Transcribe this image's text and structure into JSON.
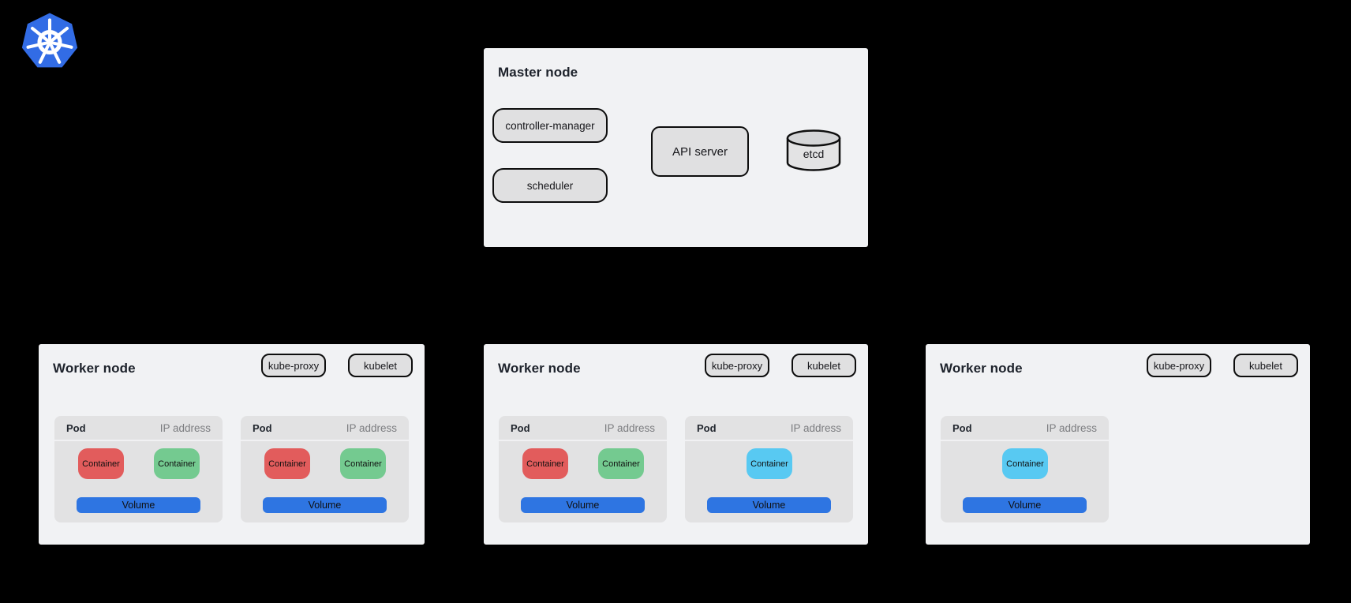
{
  "colors": {
    "background": "#000000",
    "node_bg": "#f1f2f4",
    "pod_bg": "#e2e2e3",
    "button_bg": "#e0e0e1",
    "button_border": "#0d0d0d",
    "container_red": "#e25c5c",
    "container_green": "#74ca90",
    "container_cyan": "#58c9f2",
    "volume_blue": "#2e75e2",
    "kubernetes_blue": "#326ce5"
  },
  "logo": {
    "name": "kubernetes-logo"
  },
  "master": {
    "title": "Master node",
    "controller_manager": "controller-manager",
    "scheduler": "scheduler",
    "api_server": "API server",
    "etcd": "etcd"
  },
  "workers": [
    {
      "title": "Worker node",
      "kube_proxy": "kube-proxy",
      "kubelet": "kubelet",
      "pods": [
        {
          "label": "Pod",
          "ip_label": "IP address",
          "volume_label": "Volume",
          "containers": [
            {
              "label": "Container",
              "color": "#e25c5c"
            },
            {
              "label": "Container",
              "color": "#74ca90"
            }
          ]
        },
        {
          "label": "Pod",
          "ip_label": "IP address",
          "volume_label": "Volume",
          "containers": [
            {
              "label": "Container",
              "color": "#e25c5c"
            },
            {
              "label": "Container",
              "color": "#74ca90"
            }
          ]
        }
      ]
    },
    {
      "title": "Worker node",
      "kube_proxy": "kube-proxy",
      "kubelet": "kubelet",
      "pods": [
        {
          "label": "Pod",
          "ip_label": "IP address",
          "volume_label": "Volume",
          "containers": [
            {
              "label": "Container",
              "color": "#e25c5c"
            },
            {
              "label": "Container",
              "color": "#74ca90"
            }
          ]
        },
        {
          "label": "Pod",
          "ip_label": "IP address",
          "volume_label": "Volume",
          "containers": [
            {
              "label": "Container",
              "color": "#58c9f2"
            }
          ]
        }
      ]
    },
    {
      "title": "Worker node",
      "kube_proxy": "kube-proxy",
      "kubelet": "kubelet",
      "pods": [
        {
          "label": "Pod",
          "ip_label": "IP address",
          "volume_label": "Volume",
          "containers": [
            {
              "label": "Container",
              "color": "#58c9f2"
            }
          ]
        }
      ]
    }
  ]
}
